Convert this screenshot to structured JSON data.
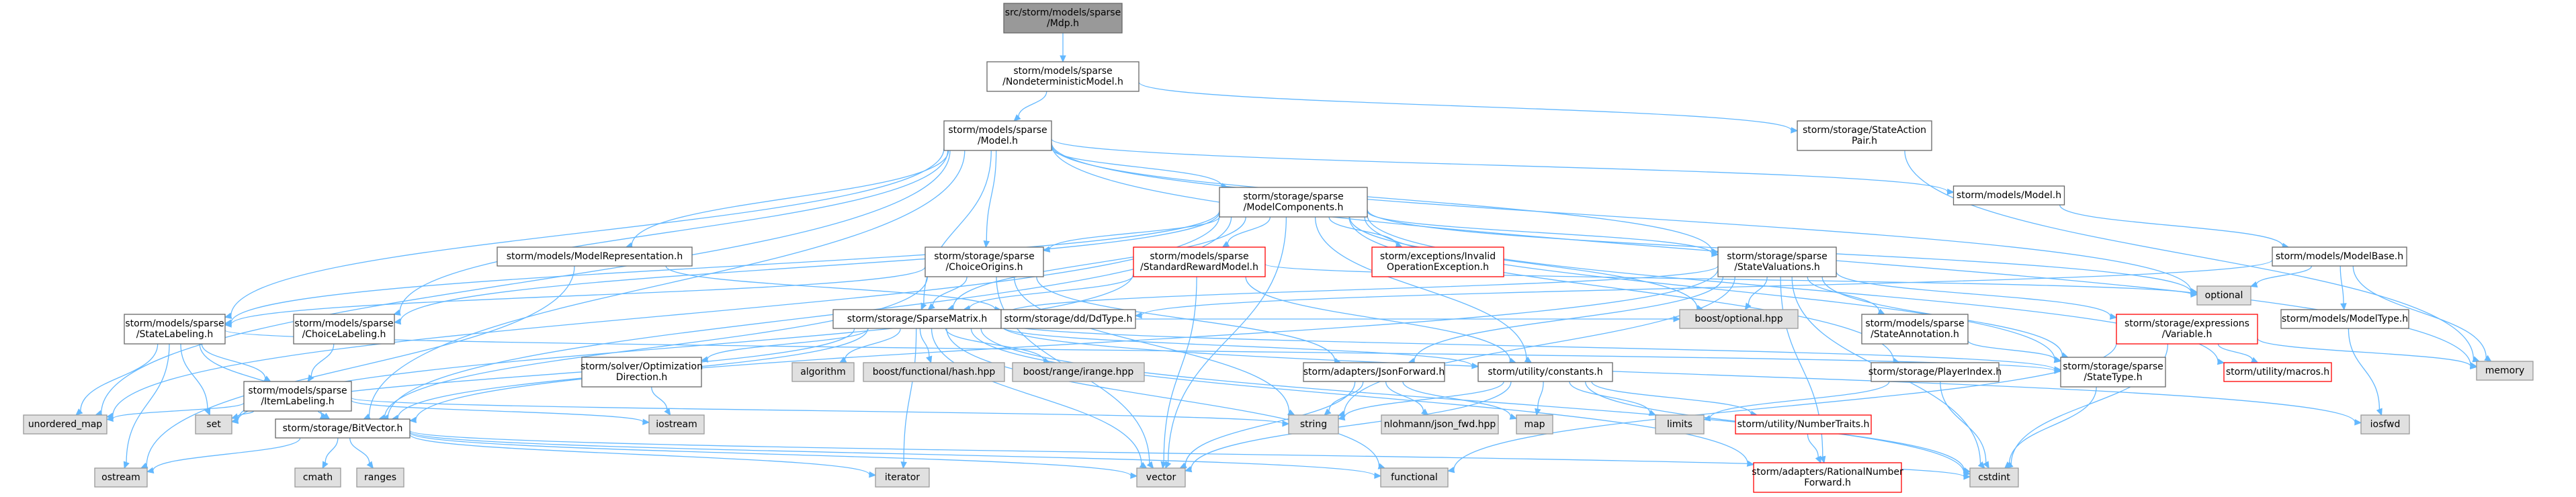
{
  "colors": {
    "edge": "#63b8ff",
    "root_fill": "#999999",
    "root_stroke": "#666666",
    "node_fill": "#ffffff",
    "node_stroke": "#666666",
    "missing_stroke": "#ff0000",
    "system_fill": "#e0e0e0",
    "system_stroke": "#999999"
  },
  "nodes": [
    {
      "id": "mdp",
      "kind": "root",
      "lines": [
        "src/storm/models/sparse",
        "/Mdp.h"
      ]
    },
    {
      "id": "nondet",
      "kind": "normal",
      "lines": [
        "storm/models/sparse",
        "/NondeterministicModel.h"
      ]
    },
    {
      "id": "model",
      "kind": "normal",
      "lines": [
        "storm/models/sparse",
        "/Model.h"
      ]
    },
    {
      "id": "sap",
      "kind": "normal",
      "lines": [
        "storm/storage/StateAction",
        "Pair.h"
      ]
    },
    {
      "id": "mc",
      "kind": "normal",
      "lines": [
        "storm/storage/sparse",
        "/ModelComponents.h"
      ]
    },
    {
      "id": "modelrep",
      "kind": "normal",
      "lines": [
        "storm/models/ModelRepresentation.h"
      ]
    },
    {
      "id": "modelh",
      "kind": "normal",
      "lines": [
        "storm/models/Model.h"
      ]
    },
    {
      "id": "choiceorig",
      "kind": "normal",
      "lines": [
        "storm/storage/sparse",
        "/ChoiceOrigins.h"
      ]
    },
    {
      "id": "srm",
      "kind": "missing",
      "lines": [
        "storm/models/sparse",
        "/StandardRewardModel.h"
      ]
    },
    {
      "id": "invop",
      "kind": "missing",
      "lines": [
        "storm/exceptions/Invalid",
        "OperationException.h"
      ]
    },
    {
      "id": "stateval",
      "kind": "normal",
      "lines": [
        "storm/storage/sparse",
        "/StateValuations.h"
      ]
    },
    {
      "id": "modelbase",
      "kind": "normal",
      "lines": [
        "storm/models/ModelBase.h"
      ]
    },
    {
      "id": "statelab",
      "kind": "normal",
      "lines": [
        "storm/models/sparse",
        "/StateLabeling.h"
      ]
    },
    {
      "id": "choicelab",
      "kind": "normal",
      "lines": [
        "storm/models/sparse",
        "/ChoiceLabeling.h"
      ]
    },
    {
      "id": "sparsematrix",
      "kind": "normal",
      "lines": [
        "storm/storage/SparseMatrix.h"
      ]
    },
    {
      "id": "ddtype",
      "kind": "normal",
      "lines": [
        "storm/storage/dd/DdType.h"
      ]
    },
    {
      "id": "expvar",
      "kind": "missing",
      "lines": [
        "storm/storage/expressions",
        "/Variable.h"
      ]
    },
    {
      "id": "modeltype",
      "kind": "normal",
      "lines": [
        "storm/models/ModelType.h"
      ]
    },
    {
      "id": "optional",
      "kind": "system",
      "lines": [
        "optional"
      ]
    },
    {
      "id": "memory",
      "kind": "system",
      "lines": [
        "memory"
      ]
    },
    {
      "id": "statanno",
      "kind": "normal",
      "lines": [
        "storm/models/sparse",
        "/StateAnnotation.h"
      ]
    },
    {
      "id": "itemlab",
      "kind": "normal",
      "lines": [
        "storm/models/sparse",
        "/ItemLabeling.h"
      ]
    },
    {
      "id": "solveropt",
      "kind": "normal",
      "lines": [
        "storm/solver/Optimization",
        "Direction.h"
      ]
    },
    {
      "id": "algorithm",
      "kind": "system",
      "lines": [
        "algorithm"
      ]
    },
    {
      "id": "boosthash",
      "kind": "system",
      "lines": [
        "boost/functional/hash.hpp"
      ]
    },
    {
      "id": "boostirange",
      "kind": "system",
      "lines": [
        "boost/range/irange.hpp"
      ]
    },
    {
      "id": "boostopt",
      "kind": "system",
      "lines": [
        "boost/optional.hpp"
      ]
    },
    {
      "id": "jsonfwd",
      "kind": "normal",
      "lines": [
        "storm/adapters/JsonForward.h"
      ]
    },
    {
      "id": "constants",
      "kind": "normal",
      "lines": [
        "storm/utility/constants.h"
      ]
    },
    {
      "id": "playerindex",
      "kind": "normal",
      "lines": [
        "storm/storage/PlayerIndex.h"
      ]
    },
    {
      "id": "statetype",
      "kind": "normal",
      "lines": [
        "storm/storage/sparse",
        "/StateType.h"
      ]
    },
    {
      "id": "macros",
      "kind": "missing",
      "lines": [
        "storm/utility/macros.h"
      ]
    },
    {
      "id": "umap",
      "kind": "system",
      "lines": [
        "unordered_map"
      ]
    },
    {
      "id": "set",
      "kind": "system",
      "lines": [
        "set"
      ]
    },
    {
      "id": "iostream",
      "kind": "system",
      "lines": [
        "iostream"
      ]
    },
    {
      "id": "bitvector",
      "kind": "normal",
      "lines": [
        "storm/storage/BitVector.h"
      ]
    },
    {
      "id": "string",
      "kind": "system",
      "lines": [
        "string"
      ]
    },
    {
      "id": "nlohmann",
      "kind": "system",
      "lines": [
        "nlohmann/json_fwd.hpp"
      ]
    },
    {
      "id": "map",
      "kind": "system",
      "lines": [
        "map"
      ]
    },
    {
      "id": "limits",
      "kind": "system",
      "lines": [
        "limits"
      ]
    },
    {
      "id": "numtraits",
      "kind": "missing",
      "lines": [
        "storm/utility/NumberTraits.h"
      ]
    },
    {
      "id": "iosfwd",
      "kind": "system",
      "lines": [
        "iosfwd"
      ]
    },
    {
      "id": "ostream",
      "kind": "system",
      "lines": [
        "ostream"
      ]
    },
    {
      "id": "cmath",
      "kind": "system",
      "lines": [
        "cmath"
      ]
    },
    {
      "id": "ranges",
      "kind": "system",
      "lines": [
        "ranges"
      ]
    },
    {
      "id": "iterator",
      "kind": "system",
      "lines": [
        "iterator"
      ]
    },
    {
      "id": "vector",
      "kind": "system",
      "lines": [
        "vector"
      ]
    },
    {
      "id": "functional",
      "kind": "system",
      "lines": [
        "functional"
      ]
    },
    {
      "id": "ratnum",
      "kind": "missing",
      "lines": [
        "storm/adapters/RationalNumber",
        "Forward.h"
      ]
    },
    {
      "id": "cstdint",
      "kind": "system",
      "lines": [
        "cstdint"
      ]
    }
  ],
  "edges": [
    [
      "mdp",
      "nondet"
    ],
    [
      "nondet",
      "model"
    ],
    [
      "nondet",
      "sap"
    ],
    [
      "sap",
      "memory"
    ],
    [
      "model",
      "mc"
    ],
    [
      "model",
      "modelrep"
    ],
    [
      "model",
      "modelh"
    ],
    [
      "model",
      "choiceorig"
    ],
    [
      "model",
      "stateval"
    ],
    [
      "model",
      "statelab"
    ],
    [
      "model",
      "choicelab"
    ],
    [
      "model",
      "sparsematrix"
    ],
    [
      "model",
      "umap"
    ],
    [
      "model",
      "bitvector"
    ],
    [
      "model",
      "optional"
    ],
    [
      "model",
      "memory"
    ],
    [
      "mc",
      "choiceorig"
    ],
    [
      "mc",
      "srm"
    ],
    [
      "mc",
      "invop"
    ],
    [
      "mc",
      "stateval"
    ],
    [
      "mc",
      "statelab"
    ],
    [
      "mc",
      "choicelab"
    ],
    [
      "mc",
      "sparsematrix"
    ],
    [
      "mc",
      "bitvector"
    ],
    [
      "mc",
      "vector"
    ],
    [
      "mc",
      "boostopt"
    ],
    [
      "mc",
      "statetype"
    ],
    [
      "mc",
      "macros"
    ],
    [
      "mc",
      "optional"
    ],
    [
      "mc",
      "constants"
    ],
    [
      "mc",
      "umap"
    ],
    [
      "mc",
      "playerindex"
    ],
    [
      "modelrep",
      "ddtype"
    ],
    [
      "modelrep",
      "ostream"
    ],
    [
      "modelh",
      "modelbase"
    ],
    [
      "modelbase",
      "optional"
    ],
    [
      "modelbase",
      "memory"
    ],
    [
      "modelbase",
      "modeltype"
    ],
    [
      "modelbase",
      "ddtype"
    ],
    [
      "choiceorig",
      "sparsematrix"
    ],
    [
      "choiceorig",
      "jsonfwd"
    ],
    [
      "choiceorig",
      "bitvector"
    ],
    [
      "choiceorig",
      "vector"
    ],
    [
      "choiceorig",
      "string"
    ],
    [
      "choiceorig",
      "statelab"
    ],
    [
      "srm",
      "sparsematrix"
    ],
    [
      "srm",
      "optional"
    ],
    [
      "srm",
      "vector"
    ],
    [
      "srm",
      "set"
    ],
    [
      "srm",
      "constants"
    ],
    [
      "stateval",
      "sparsematrix"
    ],
    [
      "stateval",
      "expvar"
    ],
    [
      "stateval",
      "statanno"
    ],
    [
      "stateval",
      "statetype"
    ],
    [
      "stateval",
      "boostopt"
    ],
    [
      "stateval",
      "jsonfwd"
    ],
    [
      "stateval",
      "string"
    ],
    [
      "stateval",
      "cstdint"
    ],
    [
      "stateval",
      "ratnum"
    ],
    [
      "stateval",
      "bitvector"
    ],
    [
      "statelab",
      "itemlab"
    ],
    [
      "statelab",
      "bitvector"
    ],
    [
      "statelab",
      "umap"
    ],
    [
      "statelab",
      "set"
    ],
    [
      "statelab",
      "ostream"
    ],
    [
      "statelab",
      "statetype"
    ],
    [
      "choicelab",
      "itemlab"
    ],
    [
      "itemlab",
      "bitvector"
    ],
    [
      "itemlab",
      "umap"
    ],
    [
      "itemlab",
      "set"
    ],
    [
      "itemlab",
      "iostream"
    ],
    [
      "itemlab",
      "string"
    ],
    [
      "sparsematrix",
      "solveropt"
    ],
    [
      "sparsematrix",
      "algorithm"
    ],
    [
      "sparsematrix",
      "boosthash"
    ],
    [
      "sparsematrix",
      "boostirange"
    ],
    [
      "sparsematrix",
      "boostopt"
    ],
    [
      "sparsematrix",
      "constants"
    ],
    [
      "sparsematrix",
      "statetype"
    ],
    [
      "sparsematrix",
      "bitvector"
    ],
    [
      "sparsematrix",
      "vector"
    ],
    [
      "sparsematrix",
      "iterator"
    ],
    [
      "sparsematrix",
      "set"
    ],
    [
      "sparsematrix",
      "cstdint"
    ],
    [
      "sparsematrix",
      "iosfwd"
    ],
    [
      "sparsematrix",
      "functional"
    ],
    [
      "sparsematrix",
      "ratnum"
    ],
    [
      "solveropt",
      "iostream"
    ],
    [
      "expvar",
      "memory"
    ],
    [
      "expvar",
      "macros"
    ],
    [
      "expvar",
      "functional"
    ],
    [
      "expvar",
      "cstdint"
    ],
    [
      "modeltype",
      "iosfwd"
    ],
    [
      "statanno",
      "statetype"
    ],
    [
      "jsonfwd",
      "nlohmann"
    ],
    [
      "jsonfwd",
      "map"
    ],
    [
      "jsonfwd",
      "string"
    ],
    [
      "jsonfwd",
      "vector"
    ],
    [
      "constants",
      "limits"
    ],
    [
      "constants",
      "numtraits"
    ],
    [
      "constants",
      "vector"
    ],
    [
      "constants",
      "cstdint"
    ],
    [
      "constants",
      "map"
    ],
    [
      "constants",
      "string"
    ],
    [
      "playerindex",
      "cstdint"
    ],
    [
      "playerindex",
      "limits"
    ],
    [
      "statetype",
      "cstdint"
    ],
    [
      "numtraits",
      "ratnum"
    ],
    [
      "bitvector",
      "ostream"
    ],
    [
      "bitvector",
      "cmath"
    ],
    [
      "bitvector",
      "ranges"
    ],
    [
      "bitvector",
      "iterator"
    ],
    [
      "bitvector",
      "vector"
    ],
    [
      "bitvector",
      "functional"
    ],
    [
      "bitvector",
      "cstdint"
    ]
  ]
}
